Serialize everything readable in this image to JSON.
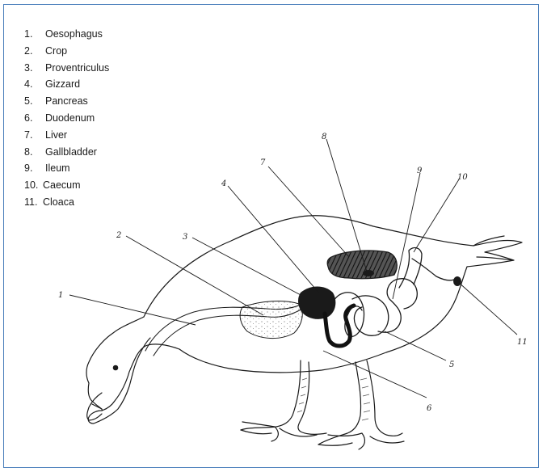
{
  "legend": [
    {
      "number": "1.",
      "label": "Oesophagus"
    },
    {
      "number": "2.",
      "label": "Crop"
    },
    {
      "number": "3.",
      "label": "Proventriculus"
    },
    {
      "number": "4.",
      "label": "Gizzard"
    },
    {
      "number": "5.",
      "label": "Pancreas"
    },
    {
      "number": "6.",
      "label": "Duodenum"
    },
    {
      "number": "7.",
      "label": "Liver"
    },
    {
      "number": "8.",
      "label": "Gallbladder"
    },
    {
      "number": "9.",
      "label": "Ileum"
    },
    {
      "number": "10.",
      "label": "Caecum"
    },
    {
      "number": "11.",
      "label": "Cloaca"
    }
  ],
  "callouts": [
    "1",
    "2",
    "3",
    "4",
    "5",
    "6",
    "7",
    "8",
    "9",
    "10",
    "11"
  ]
}
